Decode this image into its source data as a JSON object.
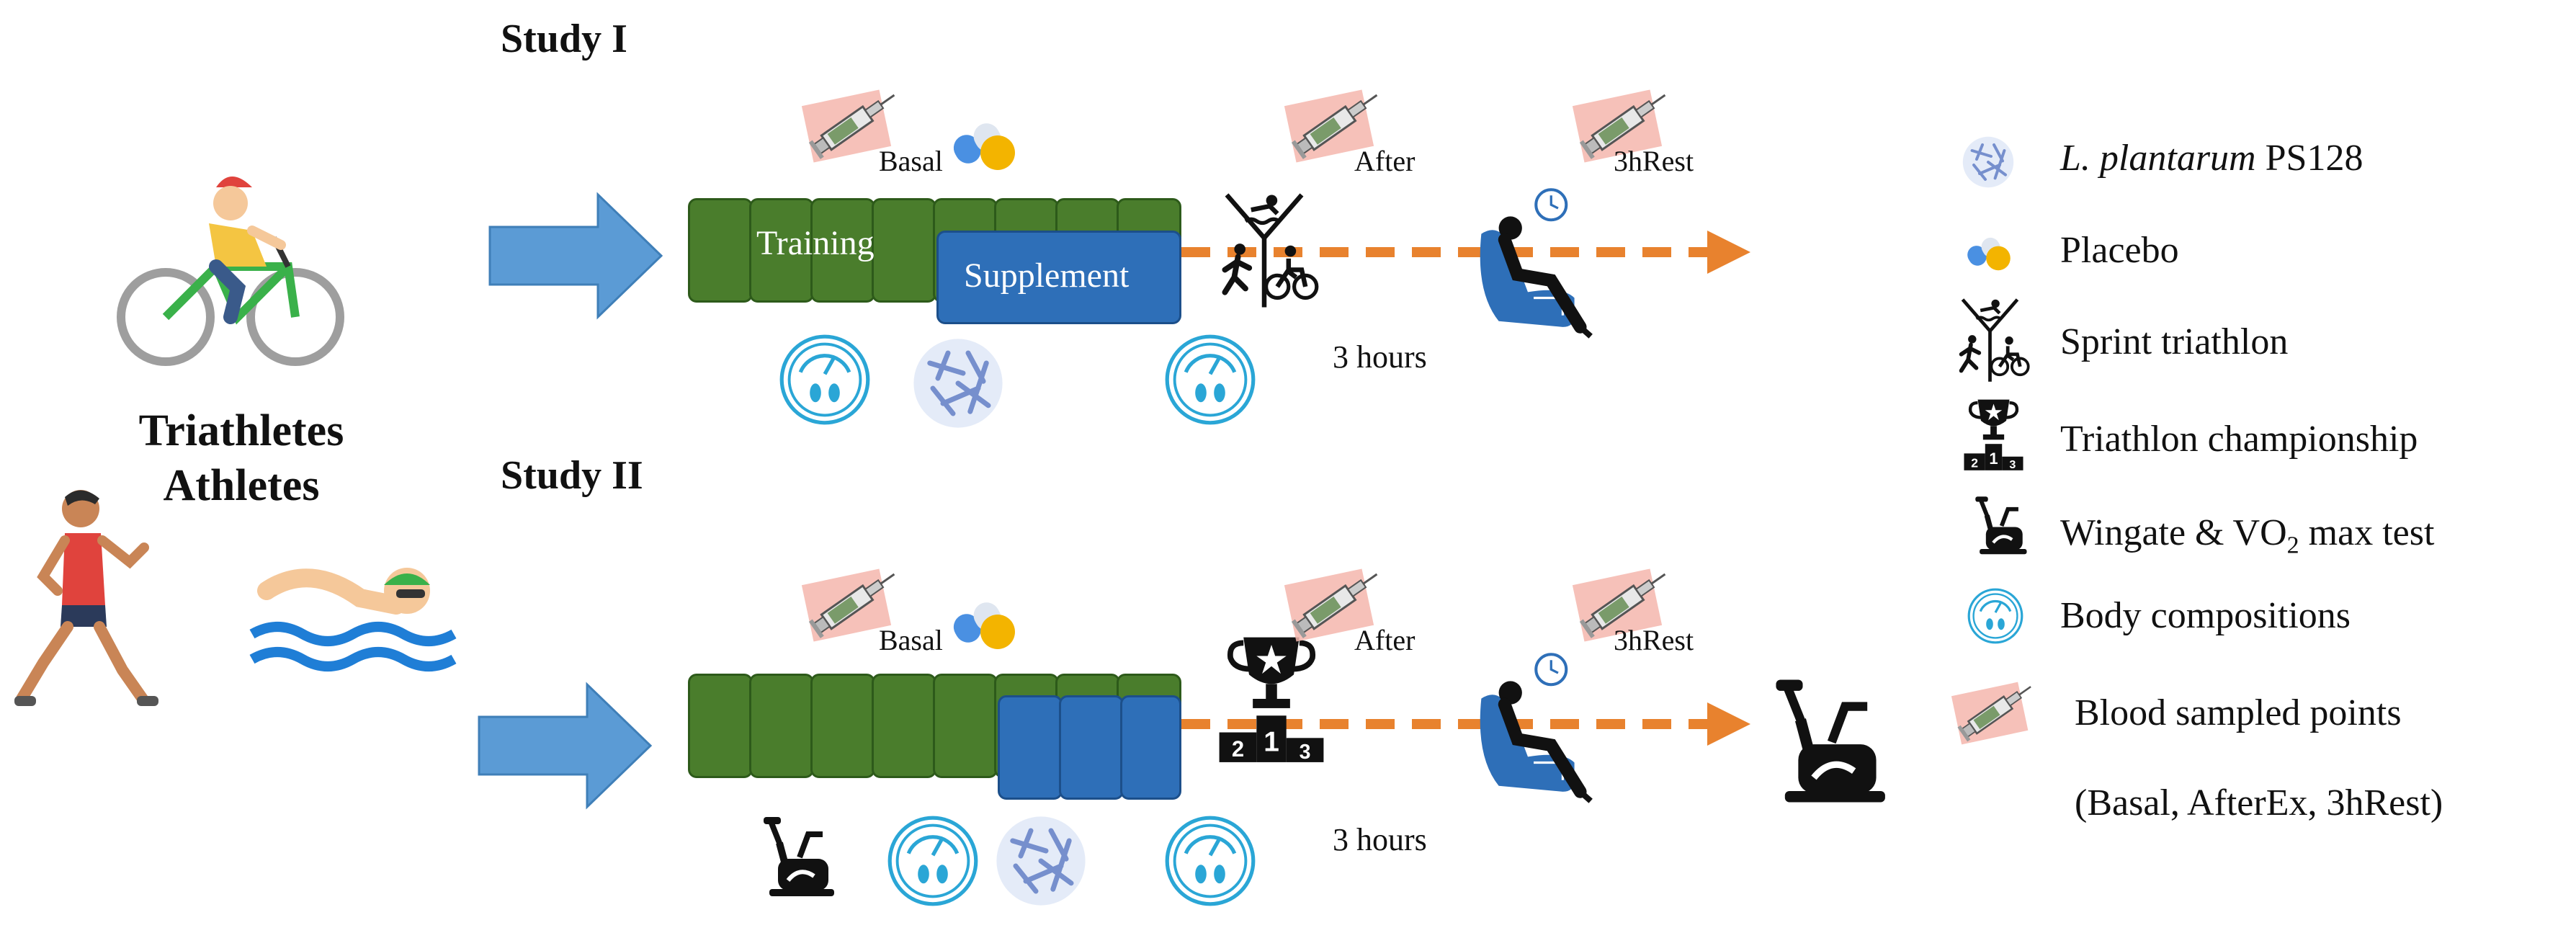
{
  "study1": {
    "title": "Study I",
    "basal": "Basal",
    "after": "After",
    "rest": "3hRest",
    "training": "Training",
    "supplement": "Supplement",
    "hours": "3 hours"
  },
  "study2": {
    "title": "Study II",
    "basal": "Basal",
    "after": "After",
    "rest": "3hRest",
    "hours": "3 hours"
  },
  "subjects": {
    "line1": "Triathletes",
    "line2": "Athletes"
  },
  "legend": {
    "items": [
      {
        "icon": "bacteria-icon",
        "label_italic": "L. plantarum",
        "label": " PS128"
      },
      {
        "icon": "pill-icon",
        "label": "Placebo"
      },
      {
        "icon": "triathlon-icon",
        "label": "Sprint triathlon"
      },
      {
        "icon": "trophy-podium-icon",
        "label": "Triathlon championship"
      },
      {
        "icon": "exercise-bike-icon",
        "label_pre": "Wingate & VO",
        "label_sub": "2",
        "label_post": " max test"
      },
      {
        "icon": "body-composition-icon",
        "label": "Body compositions"
      },
      {
        "icon": "syringe-icon",
        "label": "Blood sampled points",
        "label2": "(Basal, AfterEx, 3hRest)"
      }
    ]
  },
  "colors": {
    "green": "#4a7d2c",
    "blue": "#2e6fb8",
    "arrow_orange": "#e8822e",
    "big_arrow": "#5b9bd5",
    "scale_teal": "#2aa6d6"
  }
}
